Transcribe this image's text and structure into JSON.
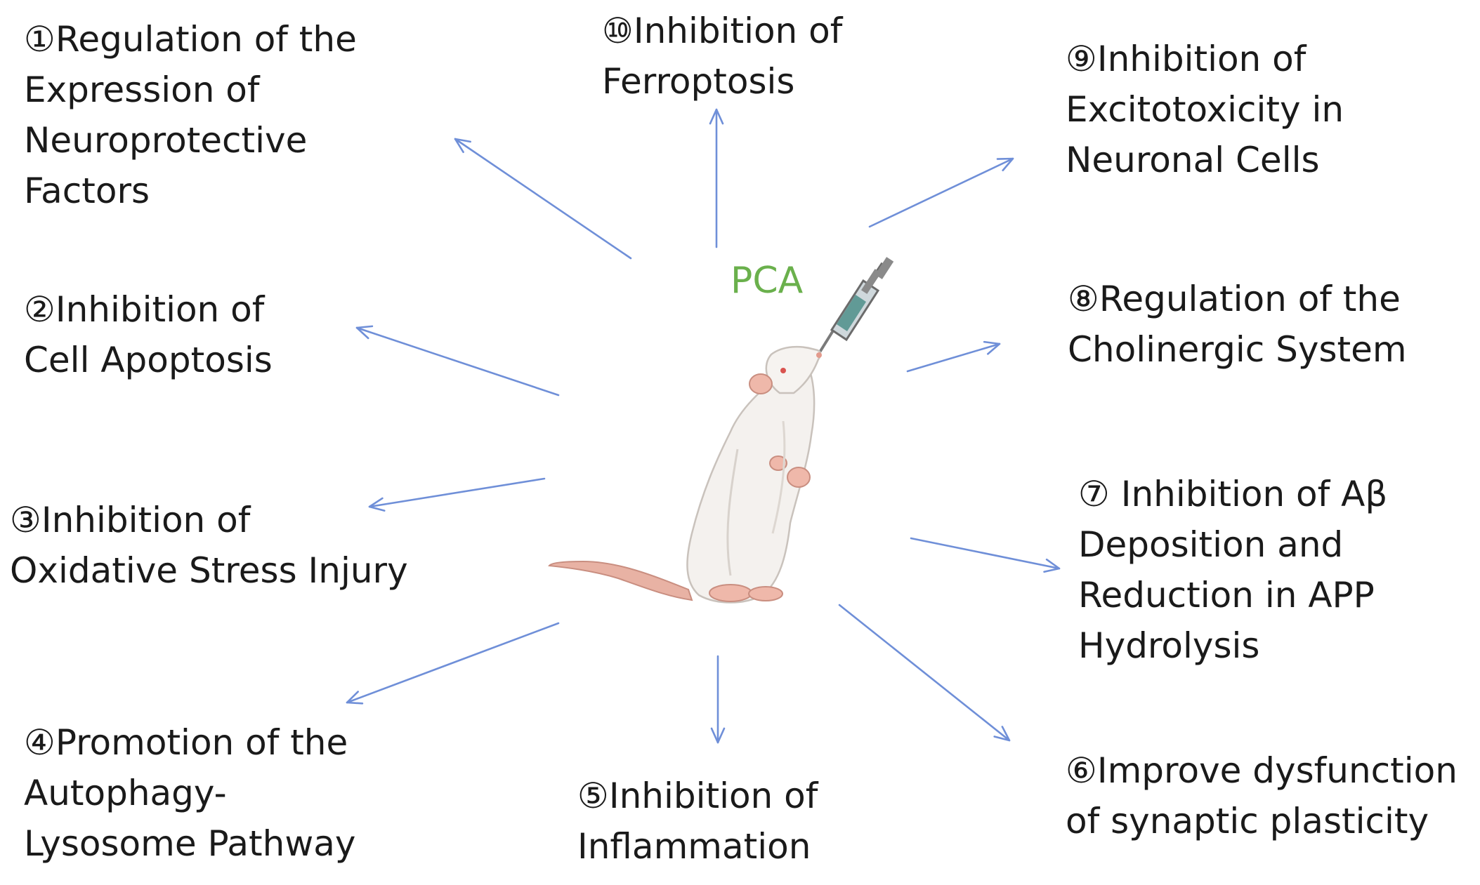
{
  "center": {
    "label": "PCA",
    "color": "#6ab04c"
  },
  "arrow_color": "#6f8fd8",
  "text_color": "#1a1a1a",
  "mechanisms": [
    {
      "id": "m1",
      "lines": [
        "①Regulation of the",
        "Expression of",
        "Neuroprotective",
        "Factors"
      ]
    },
    {
      "id": "m2",
      "lines": [
        "②Inhibition of",
        "Cell Apoptosis"
      ]
    },
    {
      "id": "m3",
      "lines": [
        "③Inhibition of",
        "Oxidative Stress Injury"
      ]
    },
    {
      "id": "m4",
      "lines": [
        "④Promotion of the",
        "Autophagy-",
        "Lysosome Pathway"
      ]
    },
    {
      "id": "m5",
      "lines": [
        "⑤Inhibition of",
        "Inflammation"
      ]
    },
    {
      "id": "m6",
      "lines": [
        "⑥Improve dysfunction",
        "of synaptic plasticity"
      ]
    },
    {
      "id": "m7",
      "lines": [
        "⑦ Inhibition of Aβ",
        "Deposition and",
        "Reduction in APP",
        "Hydrolysis"
      ]
    },
    {
      "id": "m8",
      "lines": [
        "⑧Regulation of the",
        "Cholinergic System"
      ]
    },
    {
      "id": "m9",
      "lines": [
        "⑨Inhibition of",
        "Excitotoxicity in",
        "Neuronal Cells"
      ]
    },
    {
      "id": "m10",
      "lines": [
        "⑩Inhibition of",
        "Ferroptosis"
      ]
    }
  ]
}
